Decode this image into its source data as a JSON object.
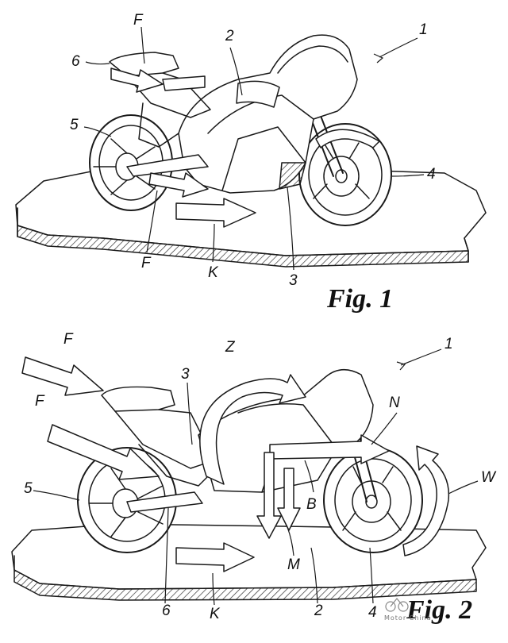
{
  "fig1": {
    "caption": "Fig. 1",
    "labels": {
      "ref": "1",
      "l2": "2",
      "l3": "3",
      "l4": "4",
      "l5": "5",
      "l6": "6",
      "f_top": "F",
      "f_bottom": "F",
      "k": "K"
    }
  },
  "fig2": {
    "caption": "Fig. 2",
    "labels": {
      "ref": "1",
      "l2": "2",
      "l3": "3",
      "l4": "4",
      "l5": "5",
      "l6": "6",
      "f_top": "F",
      "f_mid": "F",
      "z": "Z",
      "n": "N",
      "w": "W",
      "b": "B",
      "m": "M",
      "k": "K"
    }
  },
  "colors": {
    "ink": "#1a1a1a",
    "ground_hatch": "#333333",
    "arrow_fill": "#ffffff"
  },
  "watermark": {
    "text": "Motor China",
    "icon": "motorcycle-logo-icon"
  }
}
